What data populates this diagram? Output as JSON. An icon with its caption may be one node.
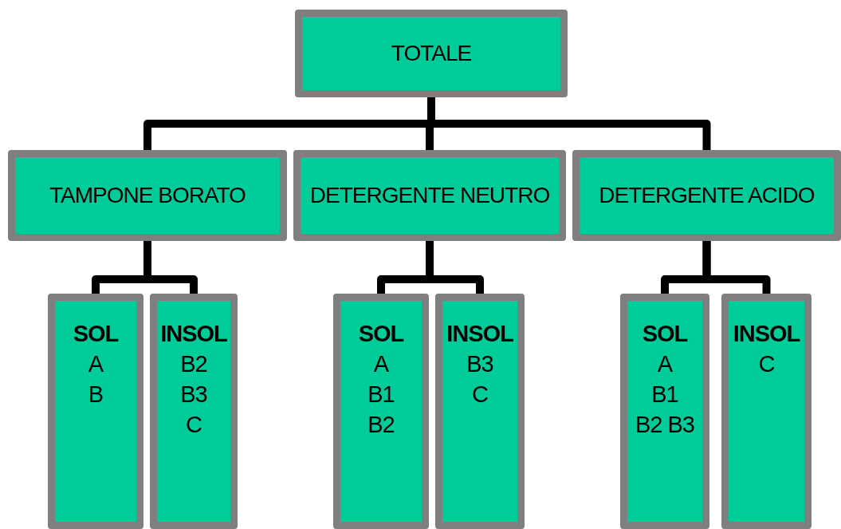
{
  "diagram": {
    "nodes": [
      {
        "text": [
          "TOTALE"
        ]
      },
      {
        "text": [
          "TAMPONE BORATO"
        ]
      },
      {
        "text": [
          "DETERGENTE NEUTRO"
        ]
      },
      {
        "text": [
          "DETERGENTE ACIDO"
        ]
      },
      {
        "text": [
          "SOL",
          "A",
          "B"
        ]
      },
      {
        "text": [
          "INSOL",
          "B2",
          "B3",
          "C"
        ]
      },
      {
        "text": [
          "SOL",
          "A",
          "B1",
          "B2"
        ]
      },
      {
        "text": [
          "INSOL",
          "B3",
          "C"
        ]
      },
      {
        "text": [
          "SOL",
          "A",
          "B1",
          "B2 B3"
        ]
      },
      {
        "text": [
          "INSOL",
          "C"
        ]
      }
    ],
    "edges": [
      {
        "from": 0,
        "to": 1,
        "arrow": "none"
      },
      {
        "from": 0,
        "to": 2,
        "arrow": "none"
      },
      {
        "from": 0,
        "to": 3,
        "arrow": "none"
      },
      {
        "from": 1,
        "to": 4,
        "arrow": "none"
      },
      {
        "from": 1,
        "to": 5,
        "arrow": "none"
      },
      {
        "from": 2,
        "to": 6,
        "arrow": "none"
      },
      {
        "from": 2,
        "to": 7,
        "arrow": "none"
      },
      {
        "from": 3,
        "to": 8,
        "arrow": "none"
      },
      {
        "from": 3,
        "to": 9,
        "arrow": "none"
      }
    ]
  }
}
